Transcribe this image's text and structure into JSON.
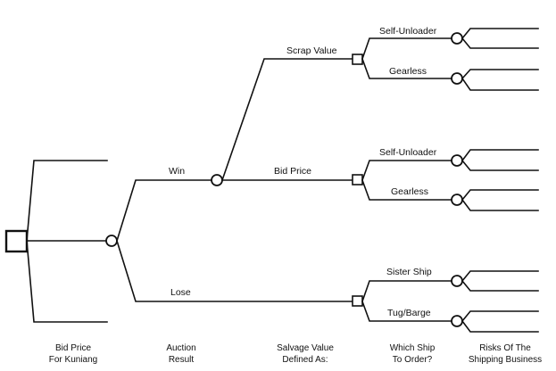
{
  "branches": {
    "win": "Win",
    "lose": "Lose",
    "scrap_value": "Scrap Value",
    "bid_price": "Bid Price",
    "self_unloader_1": "Self-Unloader",
    "gearless_1": "Gearless",
    "self_unloader_2": "Self-Unloader",
    "gearless_2": "Gearless",
    "sister_ship": "Sister Ship",
    "tug_barge": "Tug/Barge"
  },
  "columns": {
    "bid_price": [
      "Bid Price",
      "For Kuniang"
    ],
    "auction": [
      "Auction",
      "Result"
    ],
    "salvage": [
      "Salvage Value",
      "Defined As:"
    ],
    "which_ship": [
      "Which Ship",
      "To Order?"
    ],
    "risks": [
      "Risks Of The",
      "Shipping Business"
    ]
  }
}
